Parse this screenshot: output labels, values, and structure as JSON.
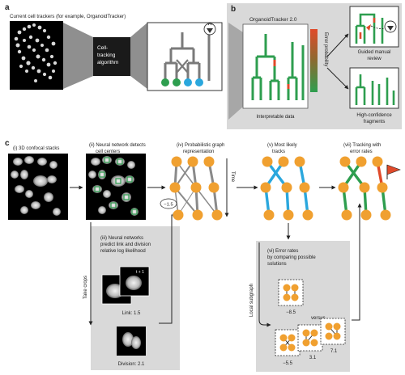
{
  "panel_a": {
    "letter": "a",
    "title": "Current cell trackers (for example, OrganoidTracker)",
    "algorithm_label": [
      "Cell-",
      "tracking",
      "algorithm"
    ]
  },
  "panel_b": {
    "letter": "b",
    "title": "OrganoidTracker 2.0",
    "error_axis": "Error probability",
    "interpretable": "Interpretable data",
    "guided": [
      "Guided manual",
      "review"
    ],
    "confident": [
      "High-confidence",
      "fragments"
    ]
  },
  "panel_c": {
    "letter": "c",
    "step_i": "(i) 3D confocal stacks",
    "step_ii": [
      "(ii) Neural network detects",
      "cell centers"
    ],
    "step_iii": [
      "(iii) Neural networks",
      "predict link and division",
      "relative log likelihood"
    ],
    "step_iv": [
      "(iv) Probabilistic graph",
      "representation"
    ],
    "step_v": [
      "(v) Most likely",
      "tracks"
    ],
    "step_vi": [
      "(vi) Error rates",
      "by comparing possible",
      "solutions"
    ],
    "step_vii": [
      "(vii) Tracking with",
      "error rates"
    ],
    "time_label": "Time",
    "take_crops": "Take crops",
    "local_subgraph": "Local subgraph",
    "edge_value": "−1.5",
    "link_label": "Link: 1.5",
    "division_label": "Division: 2.1",
    "t_label": "t",
    "t1_label": "t + 1",
    "versus": "versus",
    "subgraph_scores": [
      "−8.5",
      "−5.5",
      "3.1",
      "7.1"
    ]
  },
  "colors": {
    "orange": "#f0a030",
    "green": "#2e9e4f",
    "blue": "#2aa7dd",
    "red": "#e04a2a",
    "gray_panel": "#d9d9d9",
    "edge_gray": "#8a8a8a"
  }
}
